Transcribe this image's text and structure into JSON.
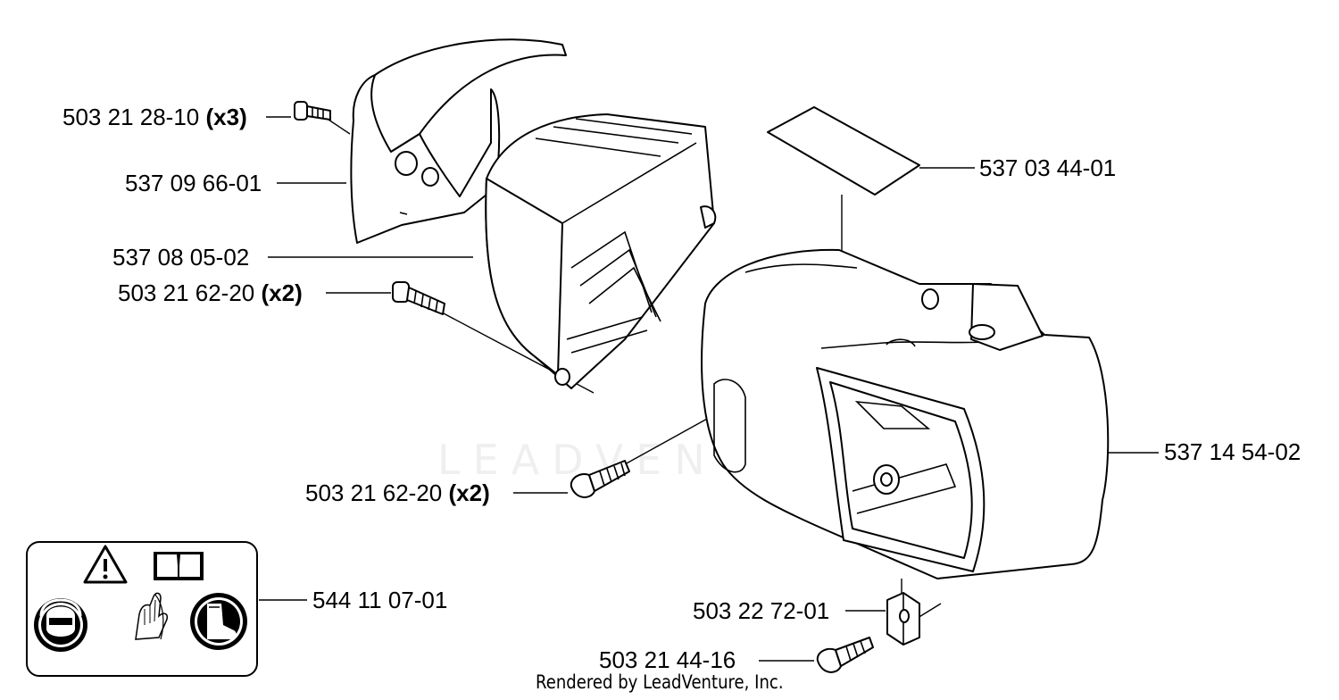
{
  "callouts": [
    {
      "part": "503 21 28-10",
      "qty": "(x3)"
    },
    {
      "part": "537 09 66-01",
      "qty": ""
    },
    {
      "part": "537 08 05-02",
      "qty": ""
    },
    {
      "part": "503 21 62-20",
      "qty": "(x2)"
    },
    {
      "part": "503 21 62-20",
      "qty": "(x2)"
    },
    {
      "part": "537 03 44-01",
      "qty": ""
    },
    {
      "part": "537 14 54-02",
      "qty": ""
    },
    {
      "part": "544 11 07-01",
      "qty": ""
    },
    {
      "part": "503 22 72-01",
      "qty": ""
    },
    {
      "part": "503 21 44-16",
      "qty": ""
    }
  ],
  "watermark": "LEADVENTURE",
  "footer": "Rendered by LeadVenture, Inc.",
  "icons": [
    "warning-triangle-icon",
    "manual-book-icon",
    "face-protection-icon",
    "gloves-icon",
    "boots-icon"
  ]
}
